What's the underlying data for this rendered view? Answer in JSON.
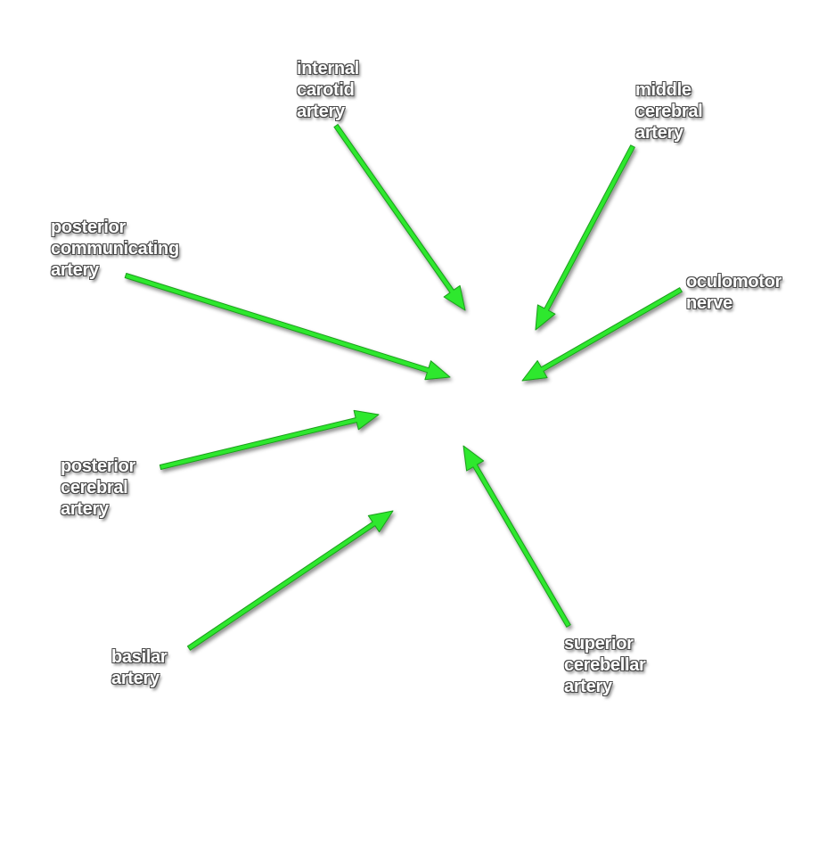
{
  "labels": {
    "internal_carotid": [
      "internal",
      "carotid",
      "artery"
    ],
    "middle_cerebral": [
      "middle",
      "cerebral",
      "artery"
    ],
    "posterior_communicating": [
      "posterior",
      "communicating",
      "artery"
    ],
    "oculomotor": [
      "oculomotor",
      "nerve"
    ],
    "posterior_cerebral": [
      "posterior",
      "cerebral",
      "artery"
    ],
    "basilar": [
      "basilar",
      "artery"
    ],
    "superior_cerebellar": [
      "superior",
      "cerebellar",
      "artery"
    ]
  },
  "colors": {
    "arrow": "#2ee82e",
    "arrow_outline": "#1a9e1a",
    "label_text": "#ffffff",
    "label_outline": "#4a4a4a",
    "background": "#ffffff"
  }
}
